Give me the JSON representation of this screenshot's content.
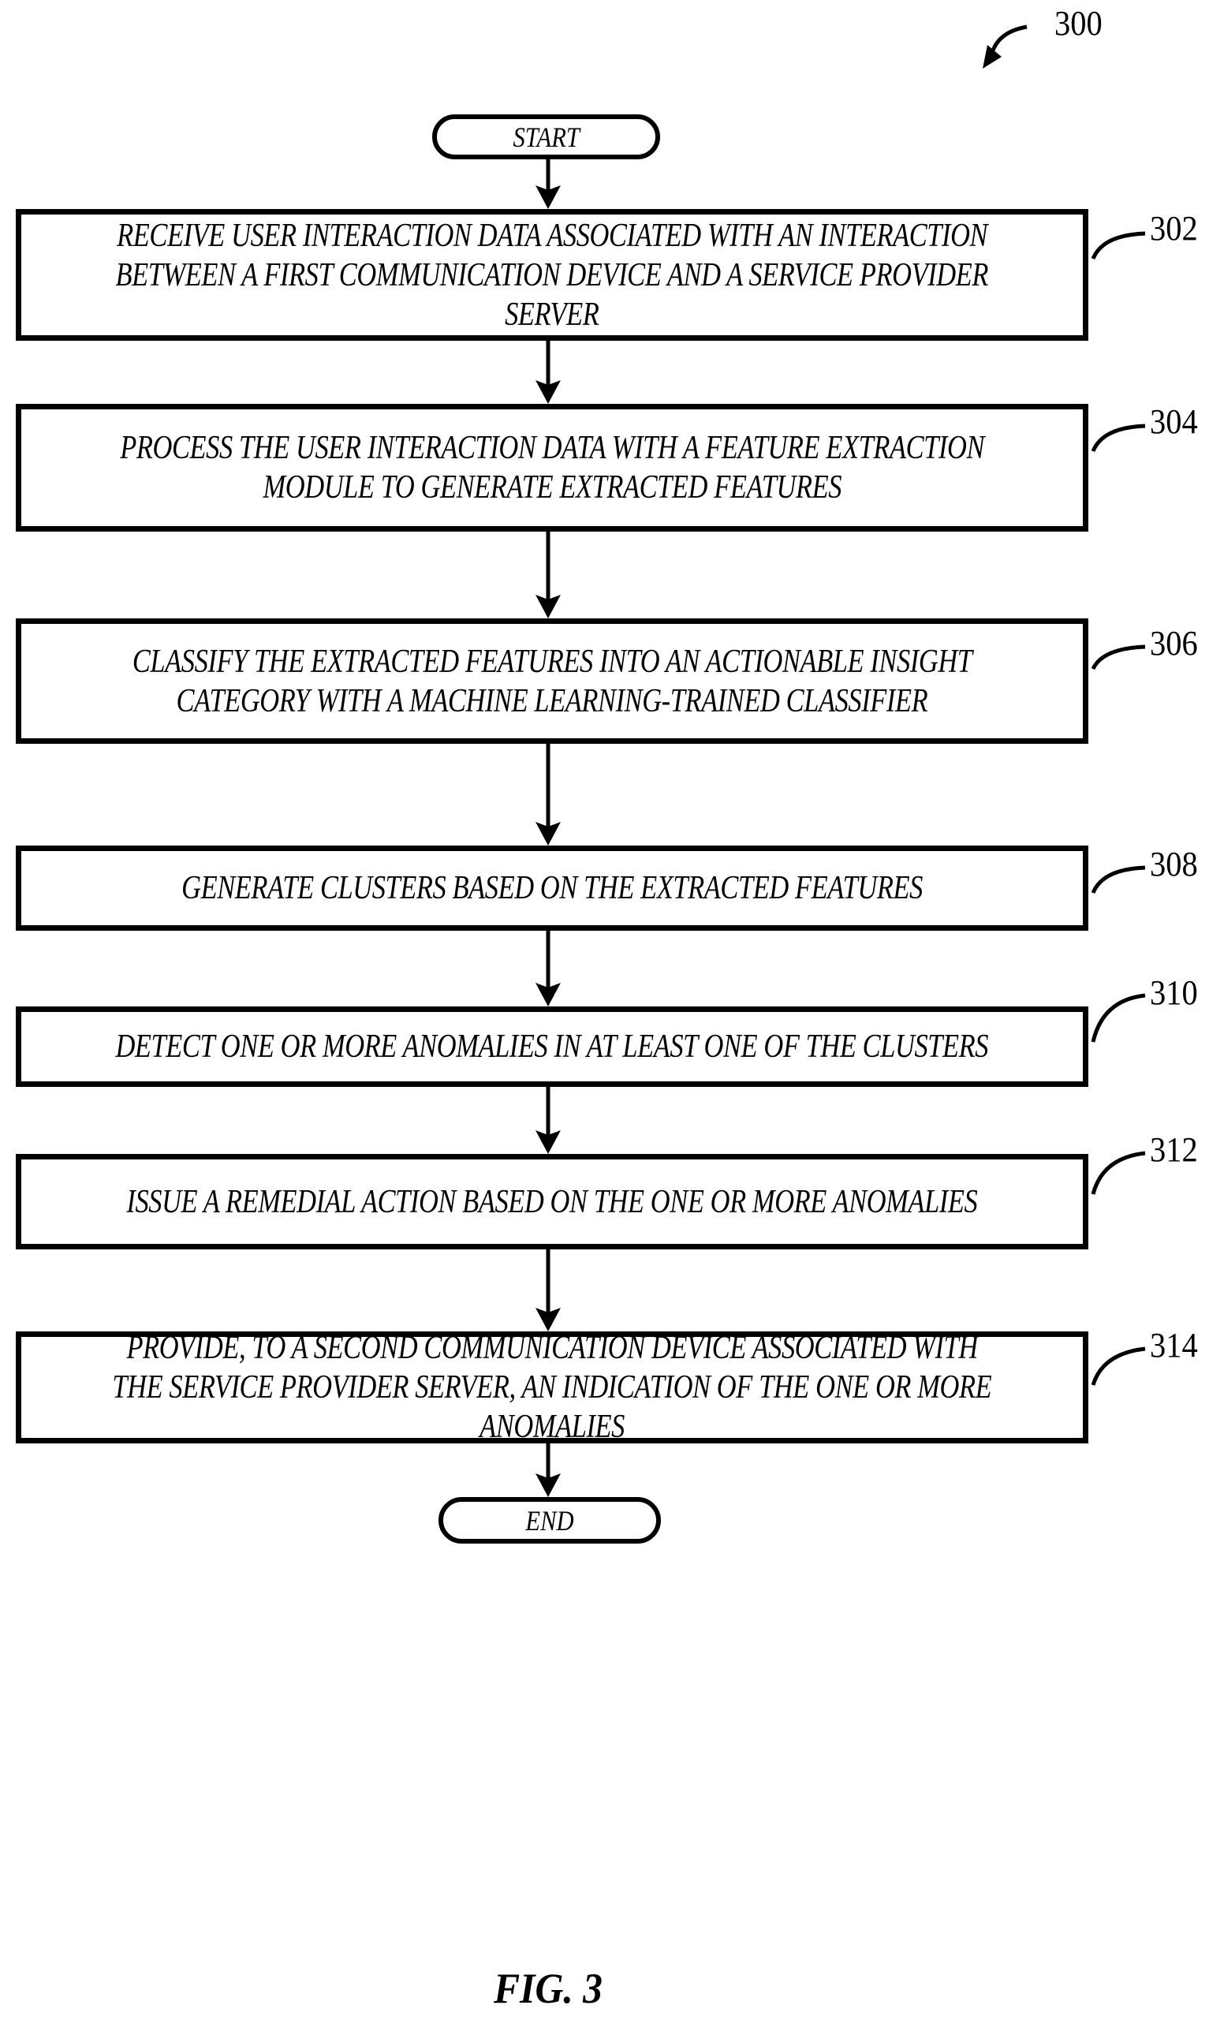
{
  "figure": {
    "reference_number": "300",
    "caption": "FIG. 3",
    "start_label": "START",
    "end_label": "END"
  },
  "steps": [
    {
      "ref": "302",
      "lines": [
        "RECEIVE USER INTERACTION DATA ASSOCIATED WITH AN INTERACTION",
        "BETWEEN A FIRST COMMUNICATION DEVICE AND A SERVICE PROVIDER",
        "SERVER"
      ]
    },
    {
      "ref": "304",
      "lines": [
        "PROCESS THE USER INTERACTION DATA WITH A FEATURE EXTRACTION",
        "MODULE TO GENERATE EXTRACTED FEATURES"
      ]
    },
    {
      "ref": "306",
      "lines": [
        "CLASSIFY THE EXTRACTED FEATURES INTO AN ACTIONABLE INSIGHT",
        "CATEGORY WITH A MACHINE LEARNING-TRAINED CLASSIFIER"
      ]
    },
    {
      "ref": "308",
      "lines": [
        "GENERATE CLUSTERS BASED ON THE EXTRACTED FEATURES"
      ]
    },
    {
      "ref": "310",
      "lines": [
        "DETECT ONE OR MORE ANOMALIES IN AT LEAST ONE OF THE CLUSTERS"
      ]
    },
    {
      "ref": "312",
      "lines": [
        "ISSUE A REMEDIAL ACTION BASED ON THE ONE OR MORE ANOMALIES"
      ]
    },
    {
      "ref": "314",
      "lines": [
        "PROVIDE, TO A SECOND COMMUNICATION DEVICE ASSOCIATED WITH",
        "THE SERVICE PROVIDER SERVER, AN INDICATION OF THE ONE OR MORE",
        "ANOMALIES"
      ]
    }
  ],
  "colors": {
    "ink": "#000000",
    "background": "#ffffff"
  }
}
